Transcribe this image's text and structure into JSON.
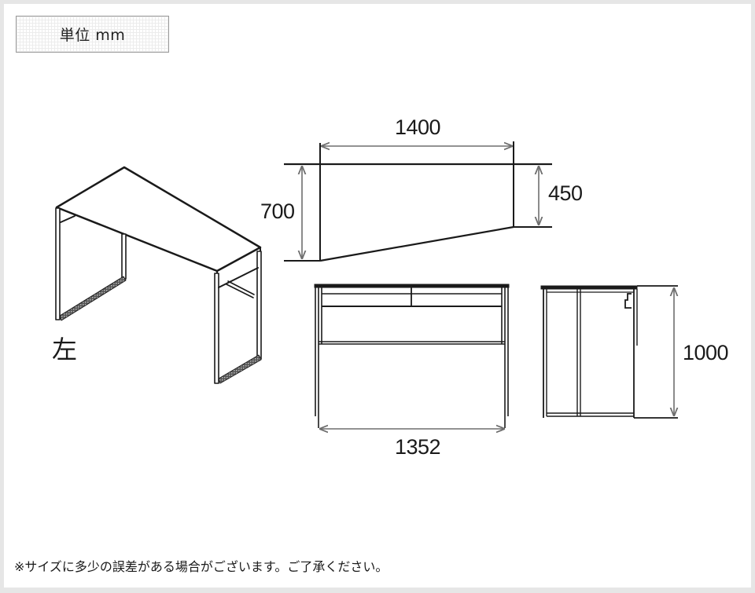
{
  "unit_label": "単位 mm",
  "views": {
    "isometric": {
      "side_label": "左"
    },
    "top": {
      "width_label": "1400",
      "depth_left_label": "700",
      "depth_right_label": "450"
    },
    "front": {
      "width_label": "1352"
    },
    "side": {
      "height_label": "1000"
    }
  },
  "note": "※サイズに多少の誤差がある場合がございます。ご了承ください。",
  "colors": {
    "line": "#1a1a1a",
    "dimension": "#6e6e6e",
    "frame": "#e6e6e6"
  }
}
